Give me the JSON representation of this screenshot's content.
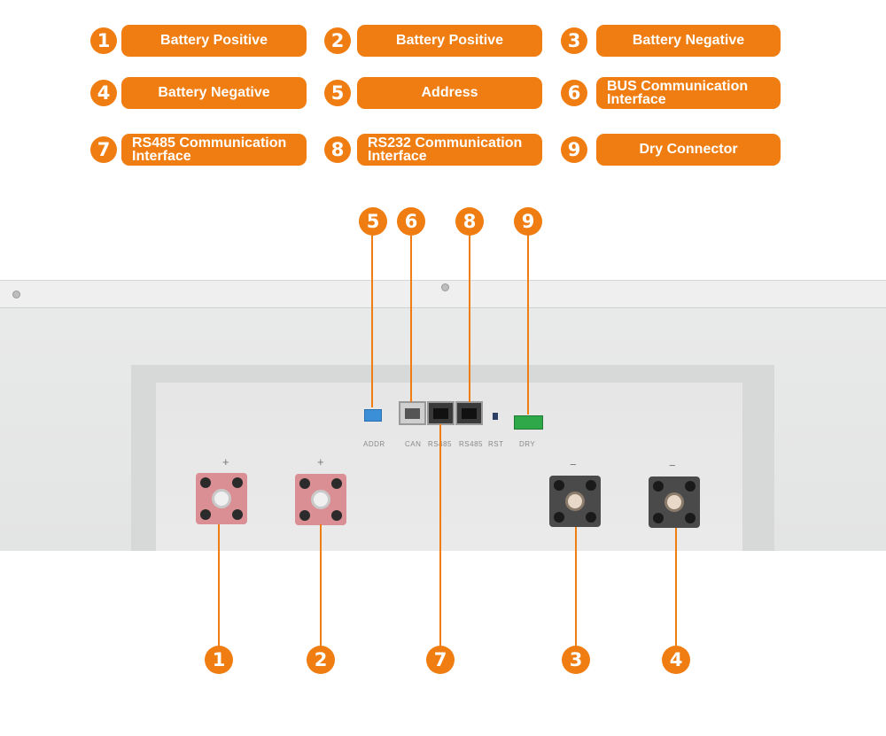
{
  "legend": [
    {
      "num": "1",
      "label": "Battery Positive"
    },
    {
      "num": "2",
      "label": "Battery Positive"
    },
    {
      "num": "3",
      "label": "Battery Negative"
    },
    {
      "num": "4",
      "label": "Battery Negative"
    },
    {
      "num": "5",
      "label": "Address"
    },
    {
      "num": "6",
      "label_line1": "BUS Communication",
      "label_line2": "Interface"
    },
    {
      "num": "7",
      "label_line1": "RS485 Communication",
      "label_line2": "Interface"
    },
    {
      "num": "8",
      "label_line1": "RS232 Communication",
      "label_line2": "Interface"
    },
    {
      "num": "9",
      "label": "Dry Connector"
    }
  ],
  "panel_labels": {
    "addr": "ADDR",
    "can": "CAN",
    "rs485_a": "RS485",
    "rs485_b": "RS485",
    "rst": "RST",
    "dry": "DRY",
    "plus": "+",
    "minus": "−"
  },
  "callouts": {
    "top": [
      "5",
      "6",
      "8",
      "9"
    ],
    "bottom": [
      "1",
      "2",
      "7",
      "3",
      "4"
    ]
  },
  "colors": {
    "accent": "#ef7d11",
    "positive_terminal": "#d98f93",
    "negative_terminal": "#4a4a4a"
  }
}
